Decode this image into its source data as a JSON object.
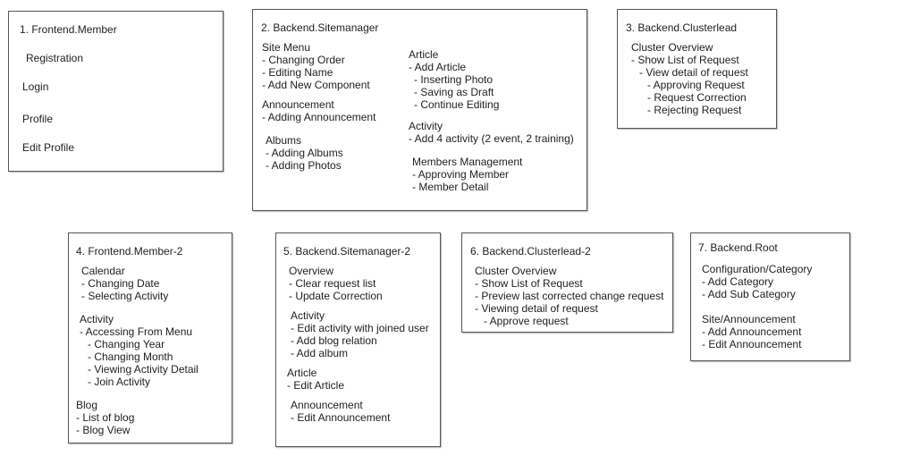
{
  "boxes": [
    {
      "title": "1. Frontend.Member",
      "lines": [
        "Registration",
        "Login",
        "Profile",
        "Edit Profile"
      ]
    },
    {
      "title": "2. Backend.Sitemanager",
      "left_lines": [
        "Site Menu",
        "- Changing Order",
        "- Editing Name",
        "- Add New Component",
        "Announcement",
        "- Adding Announcement",
        "Albums",
        "- Adding Albums",
        "- Adding Photos"
      ],
      "right_lines": [
        "Article",
        "- Add Article",
        "- Inserting Photo",
        "- Saving as Draft",
        "- Continue Editing",
        "Activity",
        "- Add 4 activity (2 event, 2 training)",
        "Members Management",
        "- Approving Member",
        "- Member Detail"
      ]
    },
    {
      "title": "3. Backend.Clusterlead",
      "lines": [
        "Cluster Overview",
        "- Show List of Request",
        "- View detail of request",
        "- Approving Request",
        "- Request Correction",
        "- Rejecting Request"
      ]
    },
    {
      "title": "4. Frontend.Member-2",
      "lines": [
        "Calendar",
        "- Changing Date",
        "- Selecting Activity",
        "Activity",
        "- Accessing From Menu",
        "- Changing Year",
        "- Changing Month",
        "- Viewing Activity Detail",
        "- Join Activity",
        "Blog",
        "- List of blog",
        "- Blog View"
      ]
    },
    {
      "title": "5. Backend.Sitemanager-2",
      "lines": [
        "Overview",
        "- Clear request list",
        "- Update Correction",
        "Activity",
        "- Edit activity with joined user",
        "- Add blog relation",
        "- Add album",
        "Article",
        "- Edit Article",
        "Announcement",
        "- Edit Announcement"
      ]
    },
    {
      "title": "6. Backend.Clusterlead-2",
      "lines": [
        "Cluster Overview",
        "- Show List of Request",
        "- Preview last corrected change request",
        "- Viewing detail of request",
        "- Approve request"
      ]
    },
    {
      "title": "7. Backend.Root",
      "lines": [
        "Configuration/Category",
        "- Add Category",
        "- Add Sub Category",
        "Site/Announcement",
        "- Add Announcement",
        "- Edit Announcement"
      ]
    }
  ]
}
